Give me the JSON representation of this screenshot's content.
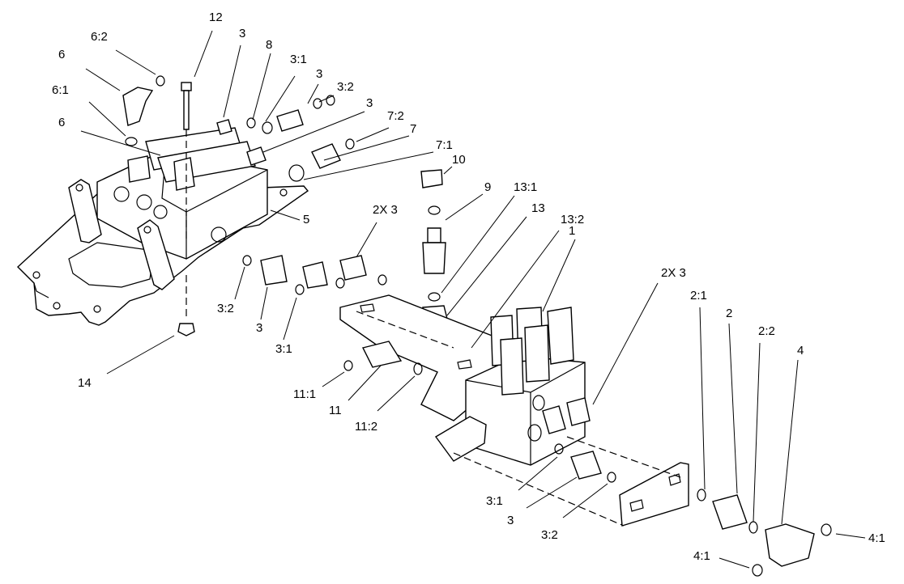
{
  "labels": [
    {
      "key": "l12",
      "text": "12"
    },
    {
      "key": "l3_top",
      "text": "3"
    },
    {
      "key": "l6_2",
      "text": "6:2"
    },
    {
      "key": "l8",
      "text": "8"
    },
    {
      "key": "l3_1_top",
      "text": "3:1"
    },
    {
      "key": "l6_upper",
      "text": "6"
    },
    {
      "key": "l3_mid",
      "text": "3"
    },
    {
      "key": "l3_2_top",
      "text": "3:2"
    },
    {
      "key": "l6_1",
      "text": "6:1"
    },
    {
      "key": "l3_right",
      "text": "3"
    },
    {
      "key": "l7_2",
      "text": "7:2"
    },
    {
      "key": "l6_lower",
      "text": "6"
    },
    {
      "key": "l7",
      "text": "7"
    },
    {
      "key": "l7_1",
      "text": "7:1"
    },
    {
      "key": "l10",
      "text": "10"
    },
    {
      "key": "l9",
      "text": "9"
    },
    {
      "key": "l13_1",
      "text": "13:1"
    },
    {
      "key": "l13",
      "text": "13"
    },
    {
      "key": "l2x3_a",
      "text": "2X 3"
    },
    {
      "key": "l13_2",
      "text": "13:2"
    },
    {
      "key": "l5",
      "text": "5"
    },
    {
      "key": "l1",
      "text": "1"
    },
    {
      "key": "l2x3_b",
      "text": "2X 3"
    },
    {
      "key": "l2_1",
      "text": "2:1"
    },
    {
      "key": "l2",
      "text": "2"
    },
    {
      "key": "l2_2",
      "text": "2:2"
    },
    {
      "key": "l4",
      "text": "4"
    },
    {
      "key": "l3_2_left",
      "text": "3:2"
    },
    {
      "key": "l3_left",
      "text": "3"
    },
    {
      "key": "l3_1_left",
      "text": "3:1"
    },
    {
      "key": "l14",
      "text": "14"
    },
    {
      "key": "l11_1",
      "text": "11:1"
    },
    {
      "key": "l11",
      "text": "11"
    },
    {
      "key": "l11_2",
      "text": "11:2"
    },
    {
      "key": "l3_1_bot",
      "text": "3:1"
    },
    {
      "key": "l3_bot",
      "text": "3"
    },
    {
      "key": "l3_2_bot",
      "text": "3:2"
    },
    {
      "key": "l4_1_right",
      "text": "4:1"
    },
    {
      "key": "l4_1_bot",
      "text": "4:1"
    }
  ]
}
